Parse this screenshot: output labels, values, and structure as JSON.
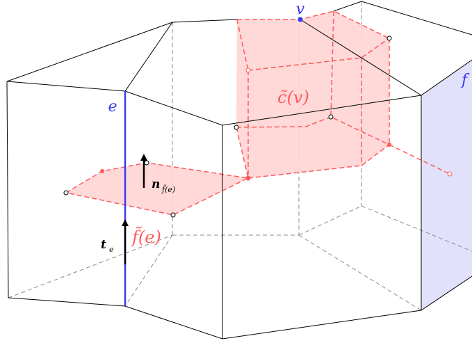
{
  "labels": {
    "v": "v",
    "e": "e",
    "f": "f",
    "dual_cell": "c̃(v)",
    "dual_face": "f̃(e)",
    "tangent_base": "t",
    "tangent_sub": "e",
    "normal_base": "n",
    "normal_sub": "f̃(e)"
  },
  "colors": {
    "primal_edges": "#000000",
    "hidden_edges": "#8a8a8a",
    "highlight_blue": "#3b3bf0",
    "face_f_fill": "#e1e1fb",
    "dual_red": "#ff5a5a",
    "dual_fill": "#ffd4d4",
    "vector_arrow": "#000000"
  },
  "icons": {
    "tangent_vector": "up-arrow-icon",
    "normal_vector": "up-arrow-icon",
    "dual_vertex": "open-circle-marker",
    "dual_vertex_front": "filled-dot-marker"
  }
}
